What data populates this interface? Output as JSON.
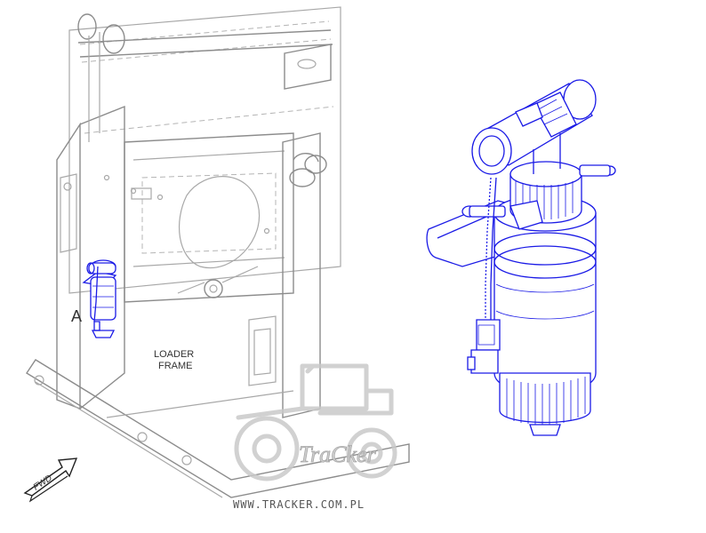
{
  "labels": {
    "callout_letter": "A",
    "loader_frame_line1": "LOADER",
    "loader_frame_line2": "FRAME",
    "direction_arrow": "FWD"
  },
  "watermark": {
    "brand": "TraCker",
    "url": "WWW.TRACKER.COM.PL"
  },
  "colors": {
    "frame_lines": "#a8a8a8",
    "highlight_component": "#1a1ae6",
    "watermark": "#c9c9c9"
  },
  "icons": {
    "direction": "fwd-arrow-icon",
    "watermark": "tractor-watermark-icon"
  }
}
